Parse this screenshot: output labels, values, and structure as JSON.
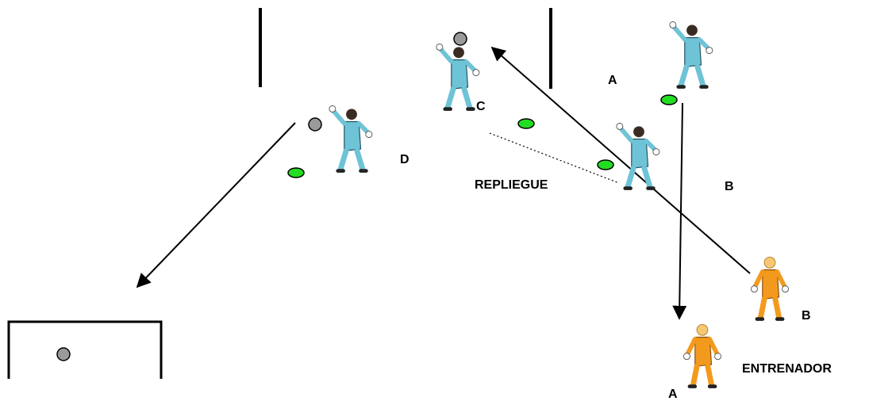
{
  "labels": {
    "a_top": "A",
    "b_right": "B",
    "c": "C",
    "d": "D",
    "repliegue": "REPLIEGUE",
    "b_coach": "B",
    "entrenador": "ENTRENADOR",
    "a_coach": "A"
  },
  "colors": {
    "goalkeeper_jersey": "#6FC3D6",
    "coach_jersey": "#F39A1E",
    "cone": "#22DD22",
    "ball": "#9A9A9A",
    "line": "#000000"
  }
}
